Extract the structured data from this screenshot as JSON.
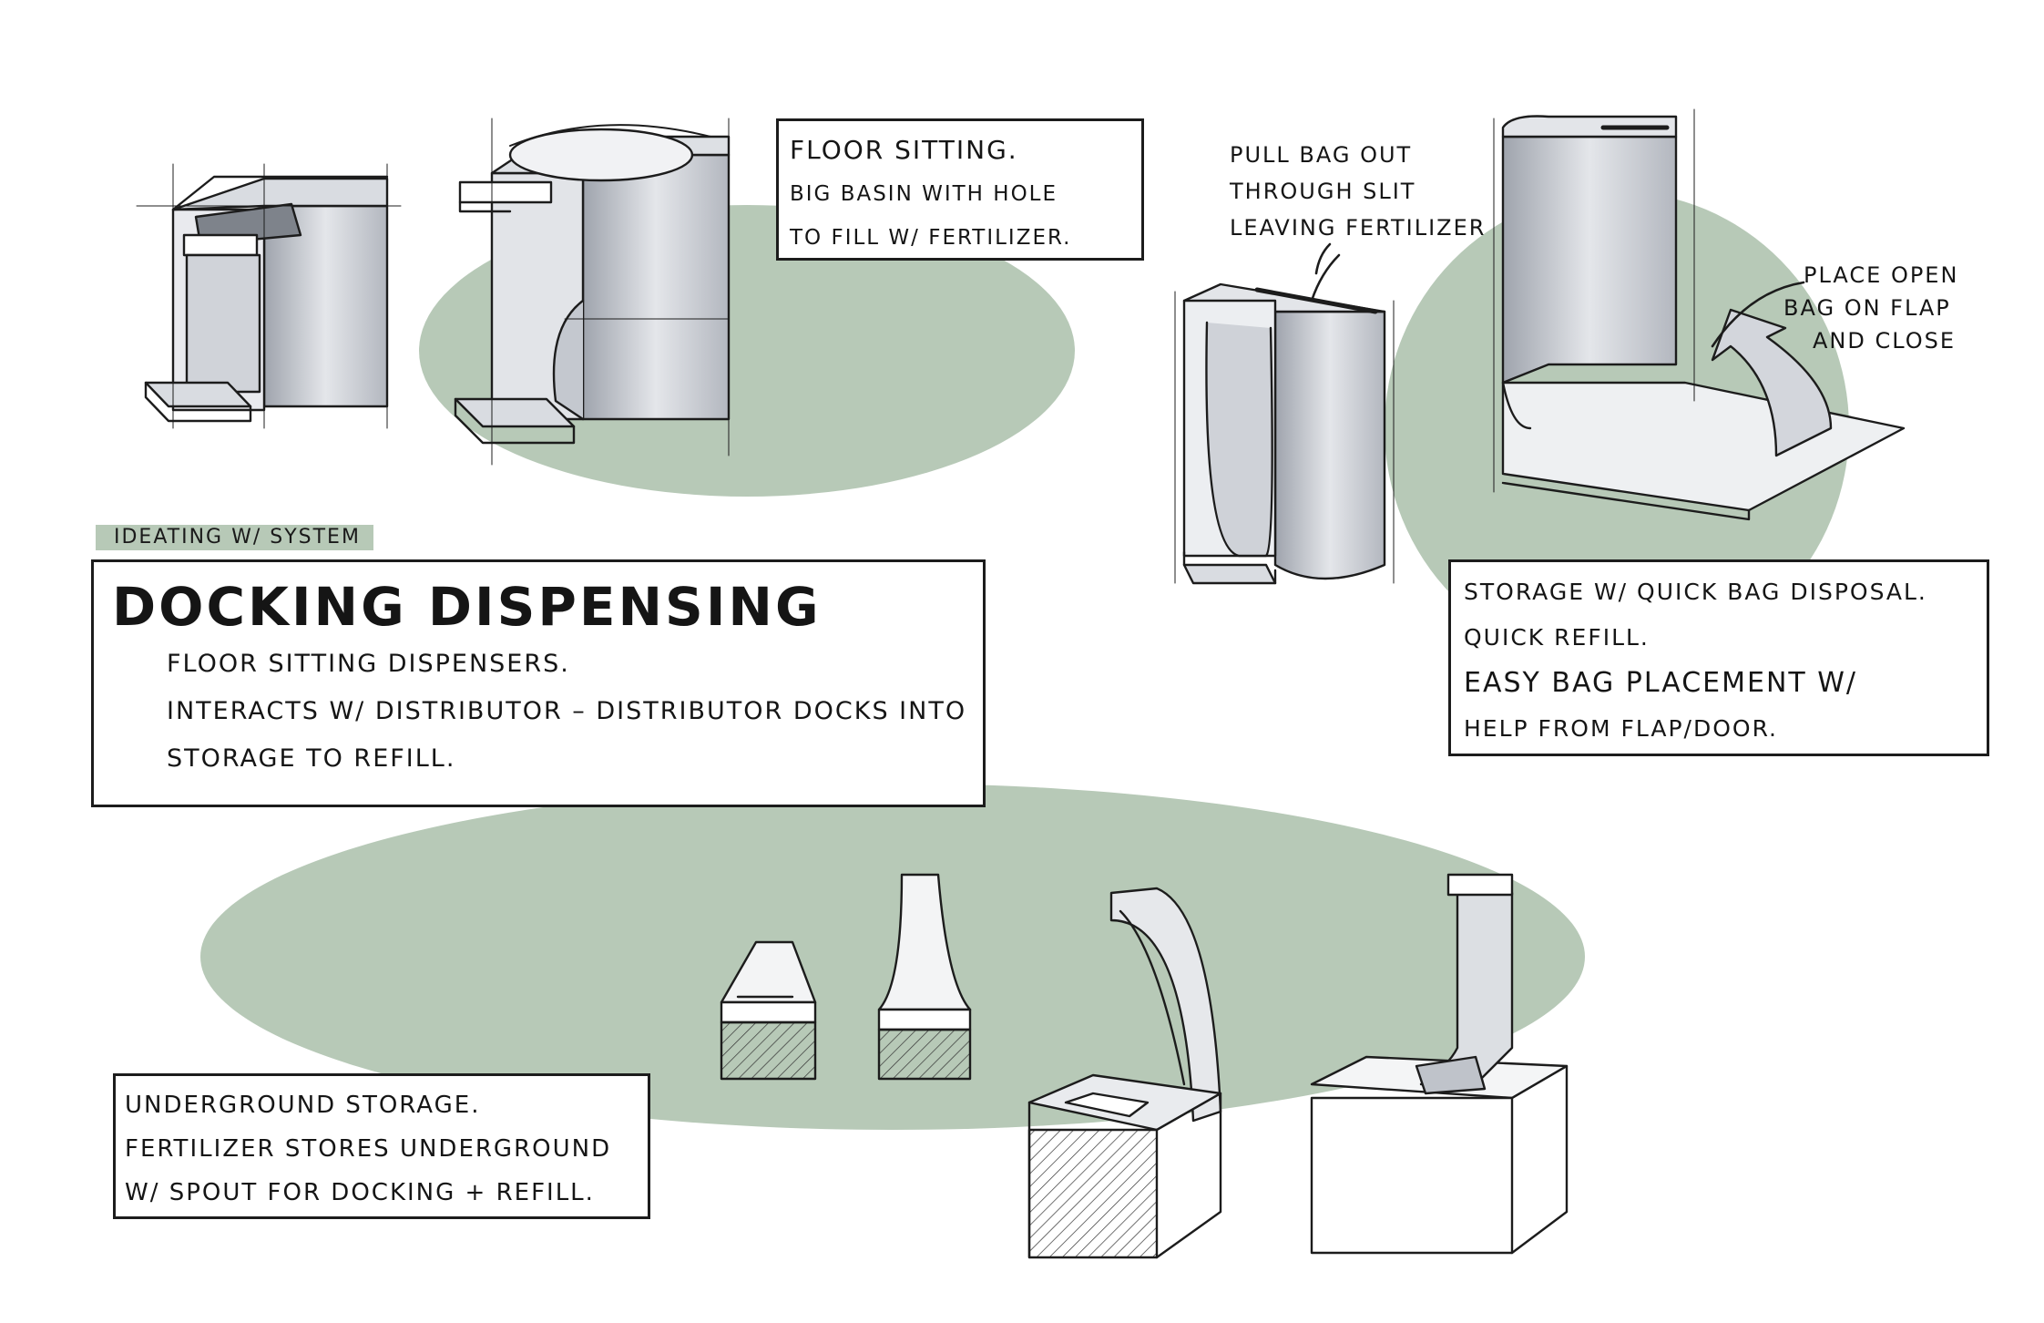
{
  "tag": {
    "label": "IDEATING W/ SYSTEM"
  },
  "main": {
    "title": "DOCKING DISPENSING",
    "lines": [
      "FLOOR SITTING DISPENSERS.",
      "INTERACTS W/ DISTRIBUTOR – DISTRIBUTOR DOCKS INTO",
      "STORAGE TO REFILL."
    ]
  },
  "floor_note": {
    "heading": "FLOOR SITTING.",
    "lines": [
      "BIG BASIN WITH HOLE",
      "TO FILL W/ FERTILIZER."
    ]
  },
  "pull_note": {
    "lines": [
      "PULL BAG OUT",
      "THROUGH SLIT",
      "LEAVING FERTILIZER"
    ]
  },
  "flap_note": {
    "lines": [
      "PLACE OPEN",
      "BAG ON FLAP",
      "AND CLOSE"
    ]
  },
  "storage_note": {
    "lines": [
      "STORAGE W/ QUICK BAG DISPOSAL.",
      "QUICK REFILL.",
      "EASY BAG PLACEMENT W/",
      "HELP FROM FLAP/DOOR."
    ]
  },
  "underground_note": {
    "lines": [
      "UNDERGROUND STORAGE.",
      "FERTILIZER STORES UNDERGROUND",
      "W/ SPOUT FOR DOCKING + REFILL."
    ]
  },
  "colors": {
    "sage": "#b7c9b7",
    "ink": "#1c1c1c",
    "shade": "#c9ccd3"
  }
}
